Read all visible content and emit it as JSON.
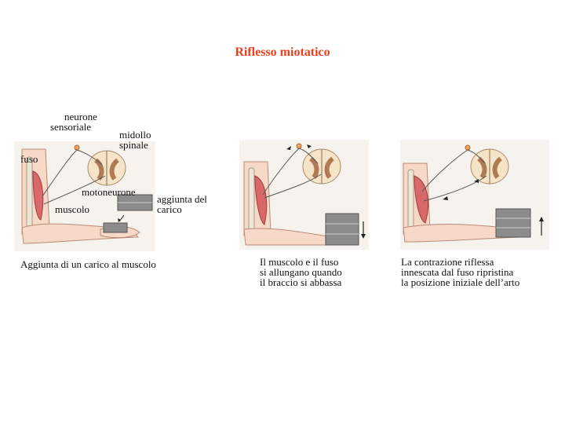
{
  "title": "Riflesso miotatico",
  "title_color": "#e8401c",
  "labels": {
    "neurone_sensoriale": [
      "neurone",
      "sensoriale"
    ],
    "midollo_spinale": [
      "midollo",
      "spinale"
    ],
    "fuso": "fuso",
    "motoneurone": "motoneurone",
    "muscolo": "muscolo",
    "aggiunta_carico": [
      "aggiunta del",
      "carico"
    ]
  },
  "captions": {
    "panel1": "Aggiunta di un carico al muscolo",
    "panel2": [
      "Il muscolo e il fuso",
      "si allungano quando",
      "il braccio si abbassa"
    ],
    "panel3": [
      "La contrazione riflessa",
      "innescata dal fuso ripristina",
      "la posizione iniziale dell’arto"
    ]
  },
  "colors": {
    "skin": "#f7d9c7",
    "muscle": "#d9686a",
    "bone": "#ece6d6",
    "cord_outer": "#f5e4c8",
    "cord_grey": "#b07a52",
    "weight": "#8c8c8c",
    "neuron": "#f2a35c"
  }
}
